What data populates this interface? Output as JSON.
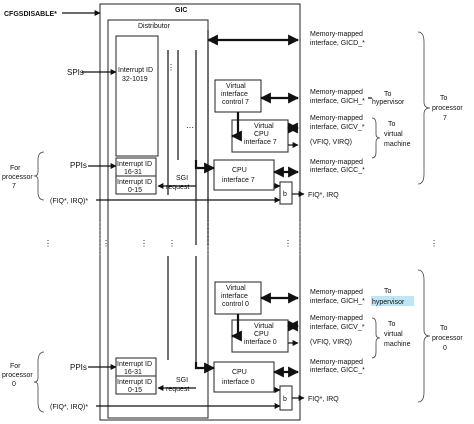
{
  "labels": {
    "cfgsdisable": "CFGSDISABLE*",
    "gic": "GIC",
    "distributor": "Distributor",
    "spis": "SPIs",
    "spi_id_1": "Interrupt ID",
    "spi_id_2": "32-1019",
    "mmi_gicd_1": "Memory-mapped",
    "mmi_gicd_2": "interface, GICD_*",
    "vic7_1": "Virtual",
    "vic7_2": "interface",
    "vic7_3": "control 7",
    "mmi_gich7_1": "Memory-mapped",
    "mmi_gich7_2": "interface, GICH_*",
    "to_hyp_7_1": "To",
    "to_hyp_7_2": "hypervisor",
    "vcpu7_1": "Virtual",
    "vcpu7_2": "CPU",
    "vcpu7_3": "interface 7",
    "mmi_gicv7_1": "Memory-mapped",
    "mmi_gicv7_2": "interface, GICV_*",
    "mmi_gicv7_3": "(VFIQ, VIRQ)",
    "to_vm_7_1": "To",
    "to_vm_7_2": "virtual",
    "to_vm_7_3": "machine",
    "to_proc_7_1": "To",
    "to_proc_7_2": "processor",
    "to_proc_7_3": "7",
    "mmi_gicc7_1": "Memory-mapped",
    "mmi_gicc7_2": "interface, GICC_*",
    "cpu7_1": "CPU",
    "cpu7_2": "interface 7",
    "for_proc_7_1": "For",
    "for_proc_7_2": "processor",
    "for_proc_7_3": "7",
    "ppis_7": "PPIs",
    "ppi7_id_1": "Interrupt ID",
    "ppi7_id_2": "16-31",
    "sgi7_id_1": "Interrupt ID",
    "sgi7_id_2": "0-15",
    "sgi_req_7_1": "SGI",
    "sgi_req_7_2": "request",
    "fiq_irq_in_7": "(FIQ*, IRQ)*",
    "b_7": "b",
    "fiq_irq_out_7": "FIQ*, IRQ",
    "vic0_1": "Virtual",
    "vic0_2": "interface",
    "vic0_3": "control 0",
    "mmi_gich0_1": "Memory-mapped",
    "mmi_gich0_2": "interface, GICH_*",
    "to_hyp_0_1": "To",
    "to_hyp_0_2": "hypervisor",
    "vcpu0_1": "Virtual",
    "vcpu0_2": "CPU",
    "vcpu0_3": "interface 0",
    "mmi_gicv0_1": "Memory-mapped",
    "mmi_gicv0_2": "interface, GICV_*",
    "mmi_gicv0_3": "(VFIQ, VIRQ)",
    "to_vm_0_1": "To",
    "to_vm_0_2": "virtual",
    "to_vm_0_3": "machine",
    "to_proc_0_1": "To",
    "to_proc_0_2": "processor",
    "to_proc_0_3": "0",
    "mmi_gicc0_1": "Memory-mapped",
    "mmi_gicc0_2": "interface, GICC_*",
    "cpu0_1": "CPU",
    "cpu0_2": "interface 0",
    "for_proc_0_1": "For",
    "for_proc_0_2": "processor",
    "for_proc_0_3": "0",
    "ppis_0": "PPIs",
    "ppi0_id_1": "Interrupt ID",
    "ppi0_id_2": "16-31",
    "sgi0_id_1": "Interrupt ID",
    "sgi0_id_2": "0-15",
    "sgi_req_0_1": "SGI",
    "sgi_req_0_2": "request",
    "fiq_irq_in_0": "(FIQ*, IRQ)*",
    "b_0": "b",
    "fiq_irq_out_0": "FIQ*, IRQ"
  },
  "colors": {
    "line": "#111111",
    "highlight": "#bfe6f5"
  }
}
